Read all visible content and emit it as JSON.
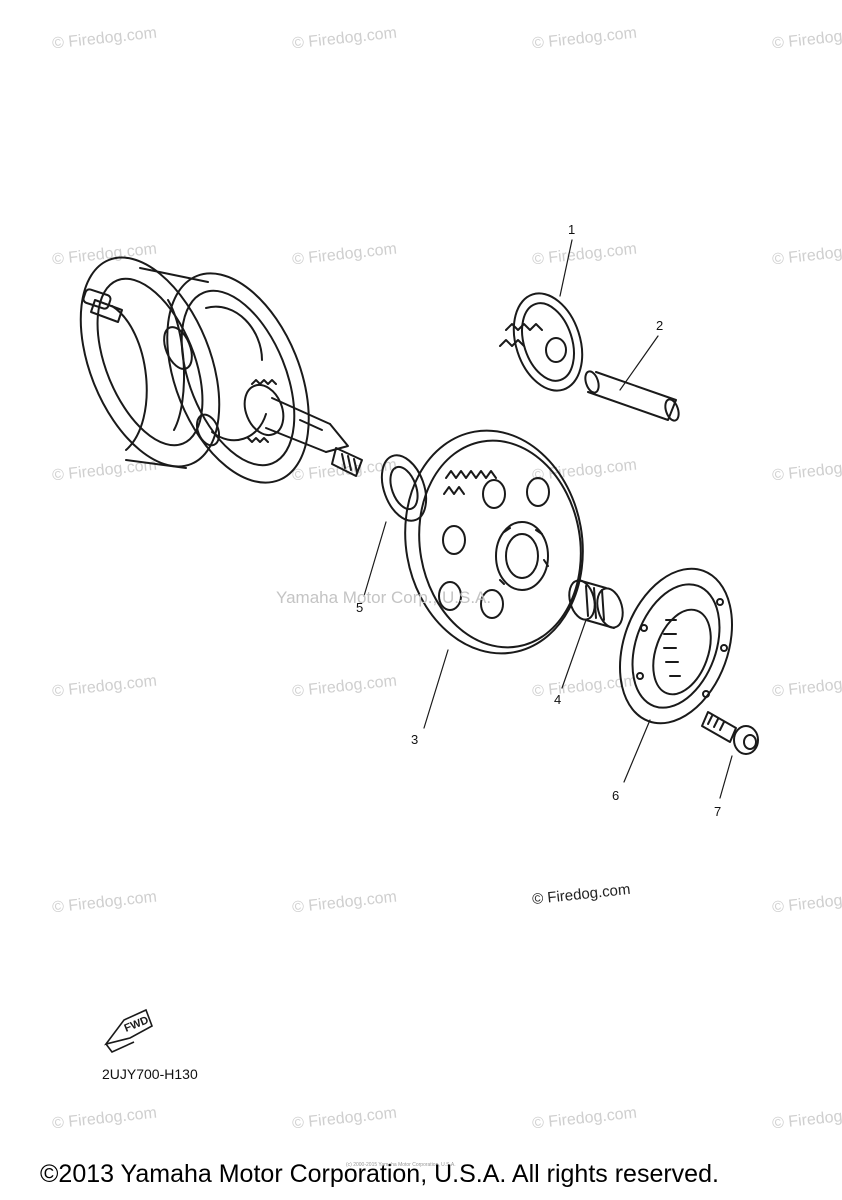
{
  "watermark": "© Firedog.com",
  "center_watermark": "Yamaha Motor Corp., U.S.A.",
  "callouts": [
    "1",
    "2",
    "3",
    "4",
    "5",
    "6",
    "7"
  ],
  "fwd_label": "FWD",
  "diagram_code": "2UJY700-H130",
  "tiny_copyright": "(c) 2000-2015 Yamaha Motor Corporation, U.S.A.",
  "footer": "©2013 Yamaha Motor Corporation, U.S.A. All rights reserved."
}
